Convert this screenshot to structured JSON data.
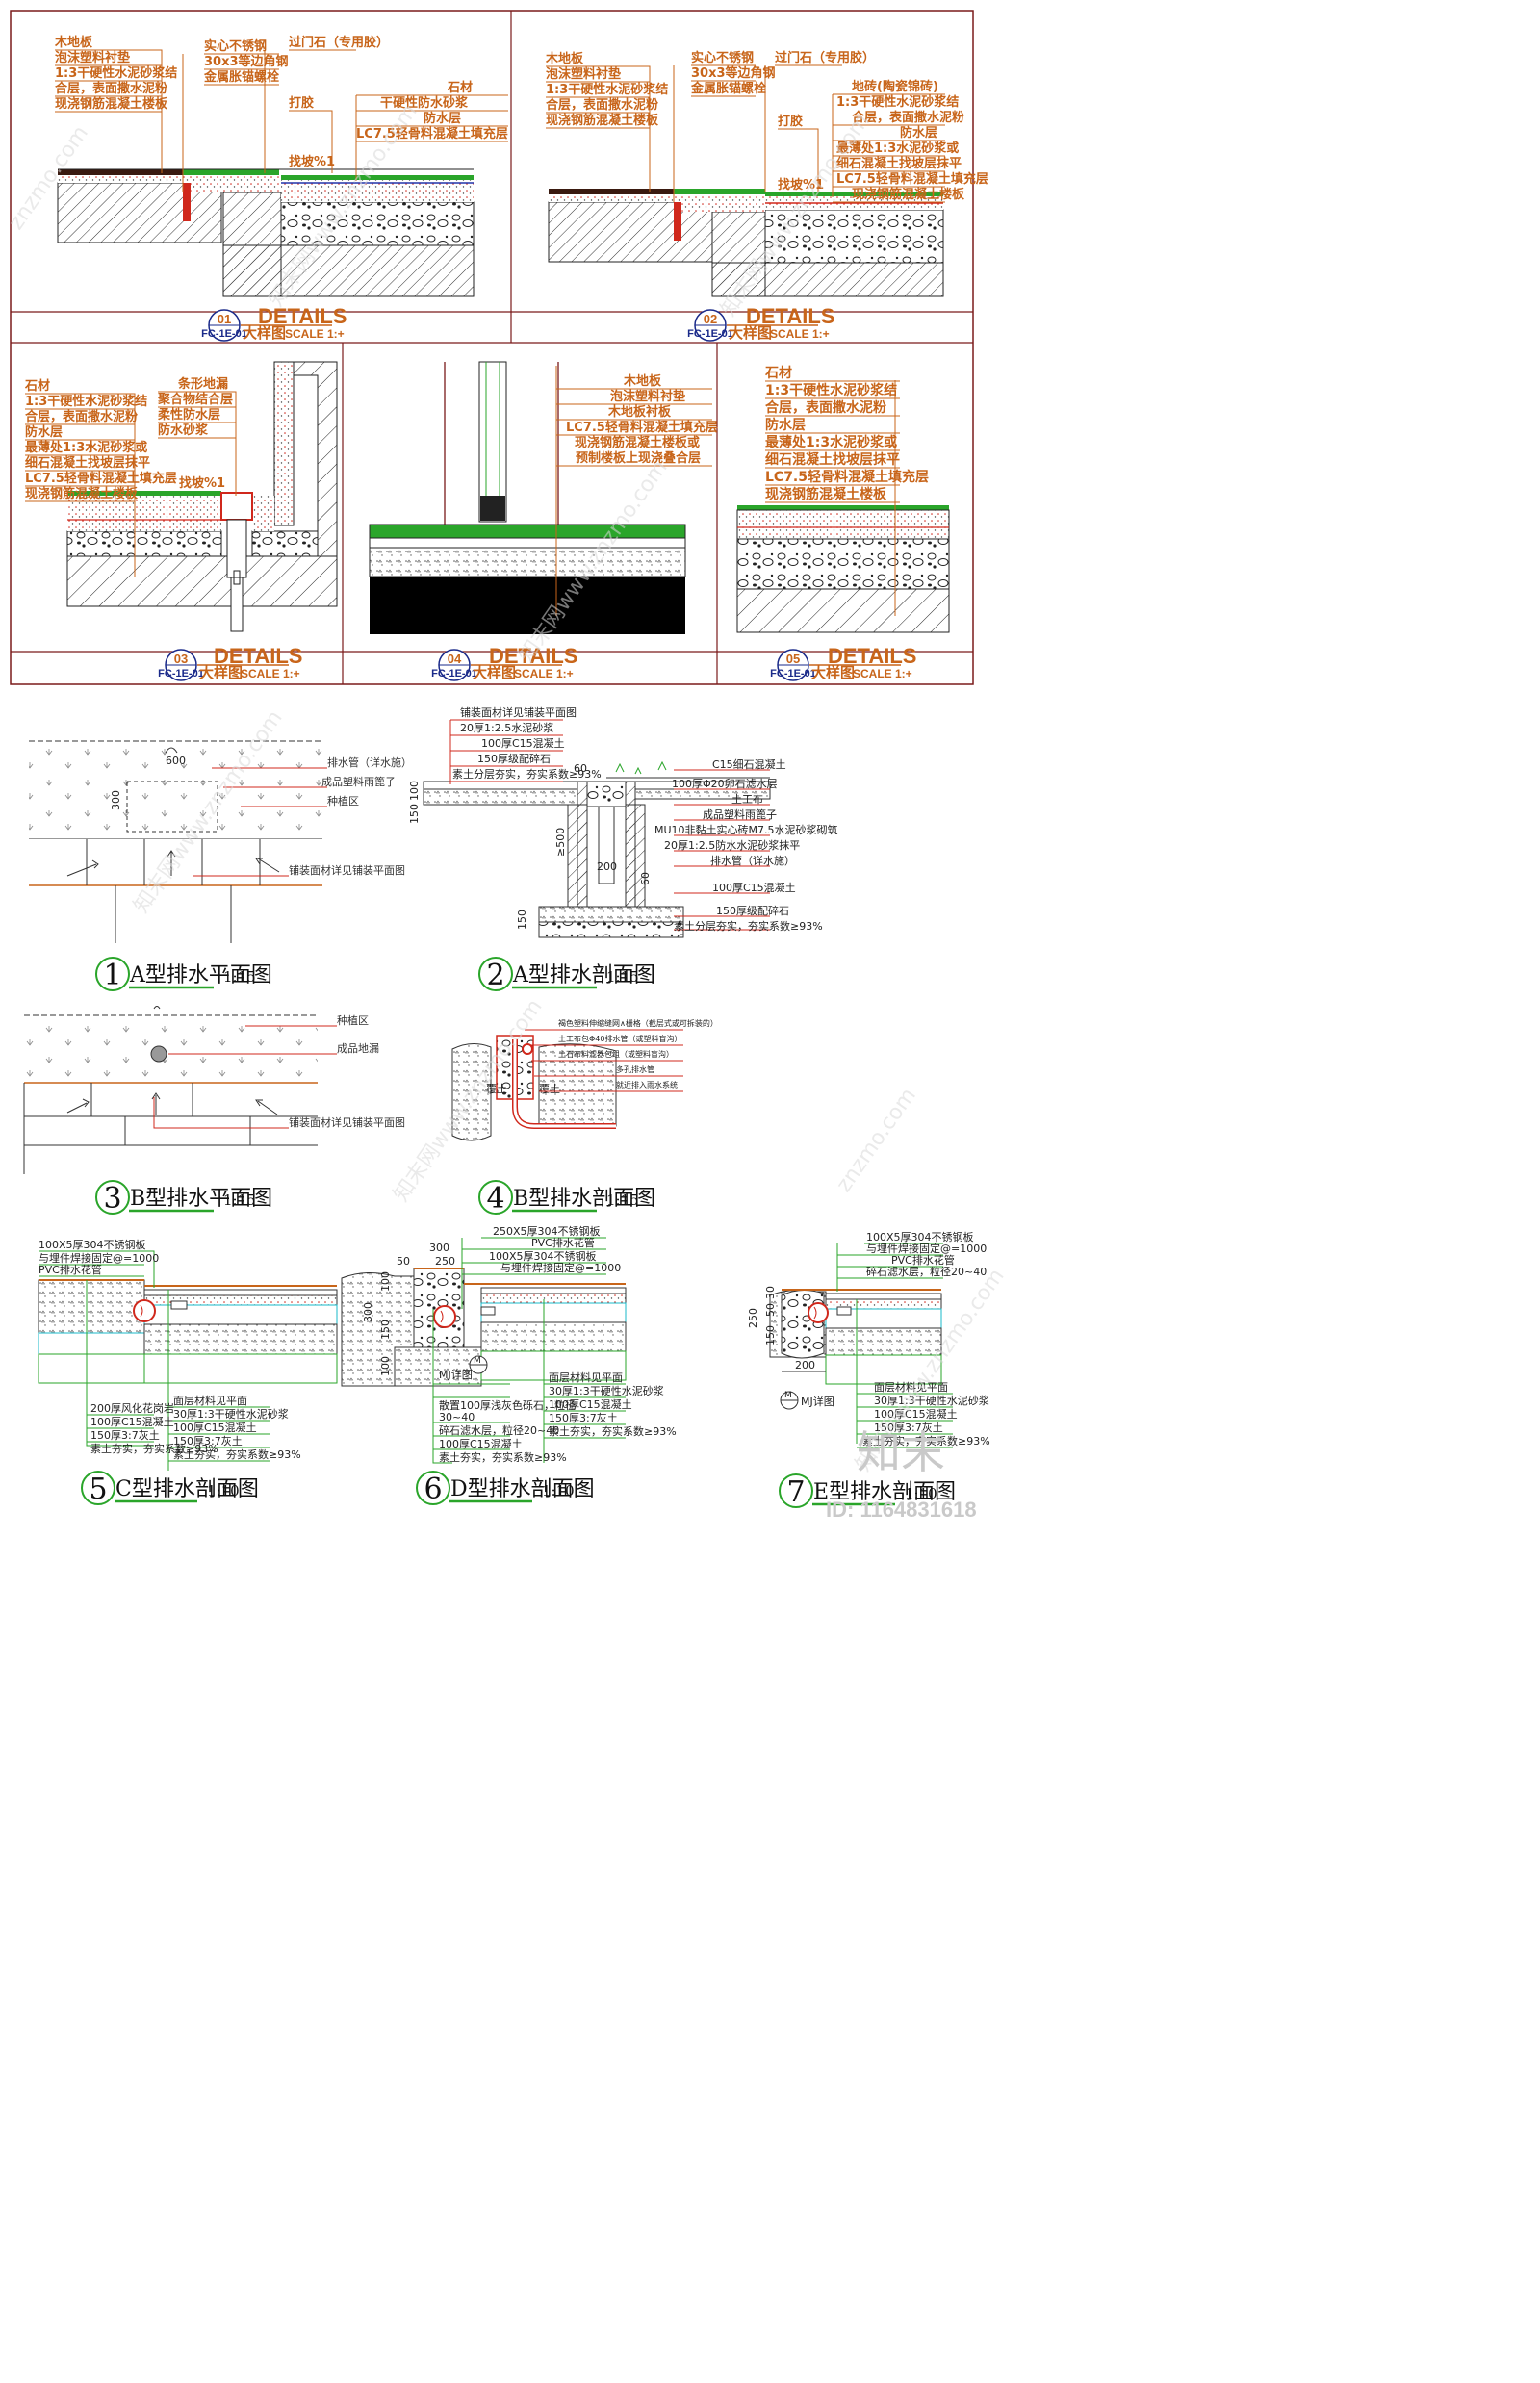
{
  "top_panels": [
    {
      "num": "01",
      "code": "FC-1E-01",
      "details": "DETAILS",
      "sub": "大样图",
      "scale": "SCALE  1:+",
      "left_labels": [
        "木地板",
        "泡沫塑料衬垫",
        "1:3干硬性水泥砂浆结",
        "合层，表面撒水泥粉",
        "现浇钢筋混凝土楼板"
      ],
      "mid_labels": [
        "实心不锈钢",
        "30x3等边角钢",
        "金属胀锚螺栓"
      ],
      "door_label": "过门石（专用胶）",
      "glue": "打胶",
      "right_labels": [
        "石材",
        "干硬性防水砂浆",
        "防水层",
        "LC7.5轻骨料混凝土填充层"
      ],
      "slope": "找坡%1"
    },
    {
      "num": "02",
      "code": "FC-1E-01",
      "details": "DETAILS",
      "sub": "大样图",
      "scale": "SCALE  1:+",
      "left_labels": [
        "木地板",
        "泡沫塑料衬垫",
        "1:3干硬性水泥砂浆结",
        "合层，表面撒水泥粉",
        "现浇钢筋混凝土楼板"
      ],
      "mid_labels": [
        "实心不锈钢",
        "30x3等边角钢",
        "金属胀锚螺栓"
      ],
      "door_label": "过门石（专用胶）",
      "glue": "打胶",
      "right_labels": [
        "地砖(陶瓷锦砖)",
        "1:3干硬性水泥砂浆结",
        "合层，表面撒水泥粉",
        "防水层",
        "最薄处1:3水泥砂浆或",
        "细石混凝土找坡层抹平",
        "LC7.5轻骨料混凝土填充层",
        "现浇钢筋混凝土楼板"
      ],
      "slope": "找坡%1"
    },
    {
      "num": "03",
      "code": "FC-1E-01",
      "details": "DETAILS",
      "sub": "大样图",
      "scale": "SCALE  1:+",
      "left_labels": [
        "石材",
        "1:3干硬性水泥砂浆结",
        "合层，表面撒水泥粉",
        "防水层",
        "最薄处1:3水泥砂浆或",
        "细石混凝土找坡层抹平",
        "LC7.5轻骨料混凝土填充层",
        "现浇钢筋混凝土楼板"
      ],
      "mid_labels": [
        "条形地漏",
        "聚合物结合层",
        "柔性防水层",
        "防水砂浆"
      ],
      "slope": "找坡%1"
    },
    {
      "num": "04",
      "code": "FC-1E-01",
      "details": "DETAILS",
      "sub": "大样图",
      "scale": "SCALE  1:+",
      "right_labels": [
        "木地板",
        "泡沫塑料衬垫",
        "木地板衬板",
        "LC7.5轻骨料混凝土填充层",
        "现浇钢筋混凝土楼板或",
        "预制楼板上现浇叠合层"
      ]
    },
    {
      "num": "05",
      "code": "FC-1E-01",
      "details": "DETAILS",
      "sub": "大样图",
      "scale": "SCALE  1:+",
      "right_labels": [
        "石材",
        "1:3干硬性水泥砂浆结",
        "合层，表面撒水泥粉",
        "防水层",
        "最薄处1:3水泥砂浆或",
        "细石混凝土找坡层抹平",
        "LC7.5轻骨料混凝土填充层",
        "现浇钢筋混凝土楼板"
      ]
    }
  ],
  "drawings": [
    {
      "no": "1",
      "title": "A型排水平面图",
      "scale": "1:15",
      "labels": [
        "排水管（详水施）",
        "成品塑料雨篦子",
        "种植区",
        "铺装面材详见铺装平面图"
      ],
      "dims": [
        "600",
        "300"
      ]
    },
    {
      "no": "2",
      "title": "A型排水剖面图",
      "scale": "1:15",
      "labels_top": [
        "铺装面材详见铺装平面图",
        "20厚1:2.5水泥砂浆",
        "100厚C15混凝土",
        "150厚级配碎石",
        "素土分层夯实，夯实系数≥93%"
      ],
      "labels_right": [
        "C15细石混凝土",
        "100厚Φ20卵石滤水层",
        "土工布",
        "成品塑料雨篦子",
        "MU10非黏土实心砖M7.5水泥砂浆砌筑",
        "20厚1:2.5防水水泥砂浆抹平",
        "排水管（详水施）",
        "100厚C15混凝土",
        "150厚级配碎石",
        "素土分层夯实，夯实系数≥93%"
      ],
      "dims": [
        "60",
        "100",
        "150",
        "≥500",
        "200",
        "60",
        "150"
      ]
    },
    {
      "no": "3",
      "title": "B型排水平面图",
      "scale": "1:15",
      "labels": [
        "种植区",
        "成品地漏",
        "铺装面材详见铺装平面图"
      ]
    },
    {
      "no": "4",
      "title": "B型排水剖面图",
      "scale": "1:15",
      "labels": [
        "褐色塑料伸缩缝网∧栅格（截层式或可拆装的）",
        "土工布包Φ40排水管（或塑料盲沟）",
        "土石布料滤器包组（或塑料盲沟）",
        "多孔排水管",
        "就近排入雨水系统"
      ],
      "soil": "覆土"
    },
    {
      "no": "5",
      "title": "C型排水剖面图",
      "scale": "1:10",
      "labels_top": [
        "100X5厚304不锈钢板",
        "与埋件焊接固定@=1000",
        "PVC排水花管"
      ],
      "labels_left": [
        "200厚风化花岗岩",
        "100厚C15混凝土",
        "150厚3:7灰土",
        "素土夯实，夯实系数≥93%"
      ],
      "labels_right": [
        "面层材料见平面",
        "30厚1:3干硬性水泥砂浆",
        "100厚C15混凝土",
        "150厚3:7灰土",
        "素土夯实，夯实系数≥93%"
      ]
    },
    {
      "no": "6",
      "title": "D型排水剖面图",
      "scale": "1:10",
      "labels_top": [
        "250X5厚304不锈钢板",
        "PVC排水花管",
        "100X5厚304不锈钢板",
        "与埋件焊接固定@=1000"
      ],
      "labels_left": [
        "MJ详图",
        "散置100厚浅灰色砾石，粒径",
        "30~40",
        "碎石滤水层，粒径20~40",
        "100厚C15混凝土",
        "素土夯实，夯实系数≥93%"
      ],
      "labels_right": [
        "面层材料见平面",
        "30厚1:3干硬性水泥砂浆",
        "100厚C15混凝土",
        "150厚3:7灰土",
        "素土夯实，夯实系数≥93%"
      ],
      "dims": [
        "300",
        "50",
        "250",
        "300",
        "100",
        "150",
        "100"
      ],
      "m": "M"
    },
    {
      "no": "7",
      "title": "E型排水剖面图",
      "scale": "1:10",
      "labels_top": [
        "100X5厚304不锈钢板",
        "与埋件焊接固定@=1000",
        "PVC排水花管",
        "碎石滤水层，粒径20~40"
      ],
      "labels_right": [
        "面层材料见平面",
        "30厚1:3干硬性水泥砂浆",
        "100厚C15混凝土",
        "150厚3:7灰土",
        "素土夯实，夯实系数≥93%"
      ],
      "mj": "MJ详图",
      "dims": [
        "250",
        "30",
        "50",
        "150",
        "200"
      ],
      "m": "M"
    }
  ],
  "watermarks": [
    "znzmo.com",
    "知末网www.znzmo.com"
  ],
  "brand": {
    "logo": "知末",
    "id": "ID: 1164831618"
  },
  "colors": {
    "orange": "#c8651a",
    "red": "#d0281c",
    "green": "#2aa52a",
    "blue": "#2233aa",
    "cyan": "#19b8c8",
    "frame": "#7a1a1a"
  }
}
